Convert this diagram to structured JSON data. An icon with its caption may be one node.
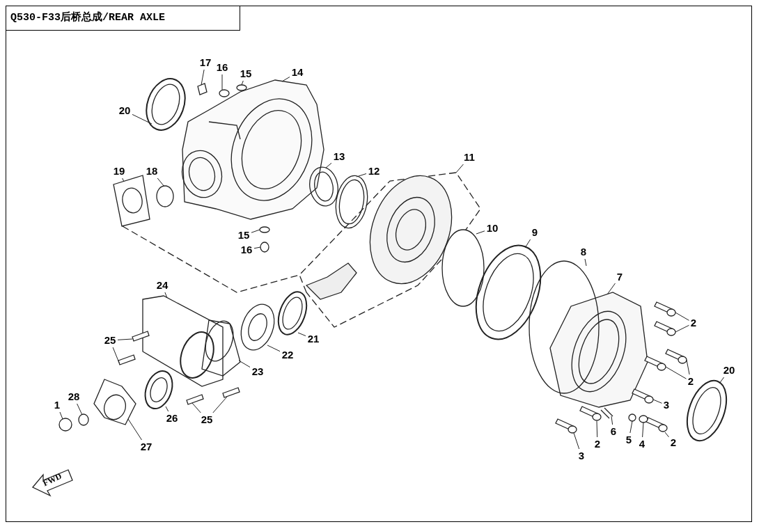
{
  "diagram": {
    "title": "Q530-F33后桥总成/REAR AXLE",
    "nodes": [
      {
        "text": [
          "17"
        ]
      },
      {
        "text": [
          "16"
        ]
      },
      {
        "text": [
          "15"
        ]
      },
      {
        "text": [
          "14"
        ]
      },
      {
        "text": [
          "20"
        ]
      },
      {
        "text": [
          "13"
        ]
      },
      {
        "text": [
          "19"
        ]
      },
      {
        "text": [
          "18"
        ]
      },
      {
        "text": [
          "12"
        ]
      },
      {
        "text": [
          "11"
        ]
      },
      {
        "text": [
          "15"
        ]
      },
      {
        "text": [
          "16"
        ]
      },
      {
        "text": [
          "10"
        ]
      },
      {
        "text": [
          "9"
        ]
      },
      {
        "text": [
          "8"
        ]
      },
      {
        "text": [
          "7"
        ]
      },
      {
        "text": [
          "24"
        ]
      },
      {
        "text": [
          "2"
        ]
      },
      {
        "text": [
          "21"
        ]
      },
      {
        "text": [
          "25"
        ]
      },
      {
        "text": [
          "22"
        ]
      },
      {
        "text": [
          "23"
        ]
      },
      {
        "text": [
          "2"
        ]
      },
      {
        "text": [
          "20"
        ]
      },
      {
        "text": [
          "28"
        ]
      },
      {
        "text": [
          "1"
        ]
      },
      {
        "text": [
          "3"
        ]
      },
      {
        "text": [
          "26"
        ]
      },
      {
        "text": [
          "25"
        ]
      },
      {
        "text": [
          "6"
        ]
      },
      {
        "text": [
          "2"
        ]
      },
      {
        "text": [
          "5"
        ]
      },
      {
        "text": [
          "4"
        ]
      },
      {
        "text": [
          "2"
        ]
      },
      {
        "text": [
          "27"
        ]
      },
      {
        "text": [
          "3"
        ]
      },
      {
        "text": [],
        "shape": "box"
      },
      {
        "text": [],
        "shape": "circle"
      },
      {
        "text": [],
        "shape": "circle"
      },
      {
        "text": [],
        "shape": "picture"
      },
      {
        "text": [],
        "shape": "picture"
      },
      {
        "text": [],
        "shape": "picture"
      },
      {
        "text": [],
        "shape": "picture"
      },
      {
        "text": [],
        "shape": "circle"
      },
      {
        "text": [],
        "shape": "picture"
      },
      {
        "text": [],
        "shape": "picture"
      },
      {
        "text": [],
        "shape": "circle"
      },
      {
        "text": [],
        "shape": "circle"
      },
      {
        "text": [],
        "shape": "circle"
      },
      {
        "text": [],
        "shape": "picture"
      },
      {
        "text": [],
        "shape": "circle"
      },
      {
        "text": [],
        "shape": "picture"
      },
      {
        "text": [],
        "shape": "picture"
      },
      {
        "text": [],
        "shape": "picture"
      },
      {
        "text": [],
        "shape": "picture"
      },
      {
        "text": [],
        "shape": "picture"
      },
      {
        "text": [],
        "shape": "box"
      },
      {
        "text": [],
        "shape": "box"
      },
      {
        "text": [],
        "shape": "picture"
      },
      {
        "text": [],
        "shape": "picture"
      },
      {
        "text": [],
        "shape": "picture"
      },
      {
        "text": [],
        "shape": "picture"
      },
      {
        "text": [],
        "shape": "picture"
      },
      {
        "text": [],
        "shape": "circle"
      },
      {
        "text": [],
        "shape": "circle"
      },
      {
        "text": [],
        "shape": "picture"
      },
      {
        "text": [],
        "shape": "picture"
      },
      {
        "text": [],
        "shape": "box"
      },
      {
        "text": [],
        "shape": "box"
      },
      {
        "text": [],
        "shape": "picture"
      },
      {
        "text": [],
        "shape": "picture"
      },
      {
        "text": [],
        "shape": "circle"
      },
      {
        "text": [],
        "shape": "circle"
      },
      {
        "text": [],
        "shape": "picture"
      },
      {
        "text": [],
        "shape": "picture"
      },
      {
        "text": [],
        "shape": "picture"
      }
    ],
    "edges": [
      {
        "from": 0,
        "to": 36,
        "arrow": "none"
      },
      {
        "from": 1,
        "to": 37,
        "arrow": "none"
      },
      {
        "from": 2,
        "to": 38,
        "arrow": "none"
      },
      {
        "from": 3,
        "to": 39,
        "arrow": "none"
      },
      {
        "from": 4,
        "to": 40,
        "arrow": "none"
      },
      {
        "from": 5,
        "to": 41,
        "arrow": "none"
      },
      {
        "from": 6,
        "to": 42,
        "arrow": "none"
      },
      {
        "from": 7,
        "to": 43,
        "arrow": "none"
      },
      {
        "from": 8,
        "to": 44,
        "arrow": "none"
      },
      {
        "from": 9,
        "to": 45,
        "arrow": "none"
      },
      {
        "from": 10,
        "to": 46,
        "arrow": "none"
      },
      {
        "from": 11,
        "to": 47,
        "arrow": "none"
      },
      {
        "from": 12,
        "to": 48,
        "arrow": "none"
      },
      {
        "from": 13,
        "to": 49,
        "arrow": "none"
      },
      {
        "from": 14,
        "to": 50,
        "arrow": "none"
      },
      {
        "from": 15,
        "to": 51,
        "arrow": "none"
      },
      {
        "from": 16,
        "to": 52,
        "arrow": "none"
      },
      {
        "from": 17,
        "to": 53,
        "arrow": "none"
      },
      {
        "from": 17,
        "to": 54,
        "arrow": "none"
      },
      {
        "from": 18,
        "to": 55,
        "arrow": "none"
      },
      {
        "from": 19,
        "to": 56,
        "arrow": "none"
      },
      {
        "from": 19,
        "to": 57,
        "arrow": "none"
      },
      {
        "from": 20,
        "to": 58,
        "arrow": "none"
      },
      {
        "from": 21,
        "to": 59,
        "arrow": "none"
      },
      {
        "from": 22,
        "to": 60,
        "arrow": "none"
      },
      {
        "from": 22,
        "to": 61,
        "arrow": "none"
      },
      {
        "from": 23,
        "to": 62,
        "arrow": "none"
      },
      {
        "from": 24,
        "to": 63,
        "arrow": "none"
      },
      {
        "from": 25,
        "to": 64,
        "arrow": "none"
      },
      {
        "from": 26,
        "to": 65,
        "arrow": "none"
      },
      {
        "from": 27,
        "to": 66,
        "arrow": "none"
      },
      {
        "from": 28,
        "to": 67,
        "arrow": "none"
      },
      {
        "from": 28,
        "to": 68,
        "arrow": "none"
      },
      {
        "from": 29,
        "to": 69,
        "arrow": "none"
      },
      {
        "from": 30,
        "to": 70,
        "arrow": "none"
      },
      {
        "from": 31,
        "to": 71,
        "arrow": "none"
      },
      {
        "from": 32,
        "to": 72,
        "arrow": "none"
      },
      {
        "from": 33,
        "to": 73,
        "arrow": "none"
      },
      {
        "from": 34,
        "to": 74,
        "arrow": "none"
      },
      {
        "from": 35,
        "to": 75,
        "arrow": "none"
      },
      {
        "from": 42,
        "to": 45,
        "arrow": "none",
        "style": "dashed"
      }
    ],
    "labels": [
      "FWD"
    ]
  }
}
